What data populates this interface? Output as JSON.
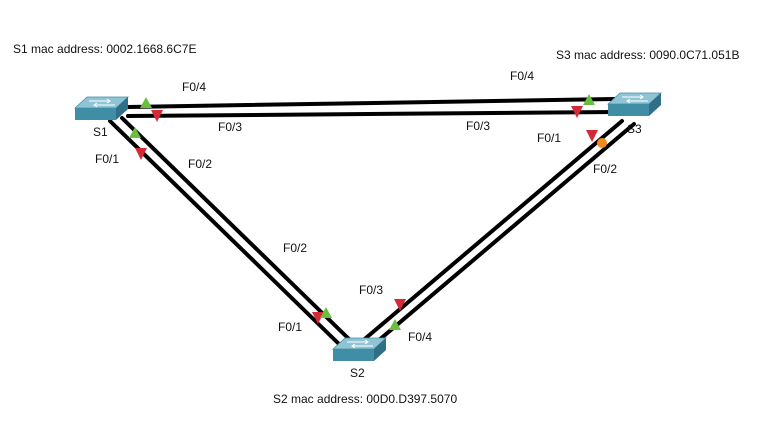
{
  "switches": {
    "s1": {
      "name": "S1",
      "mac_label": "S1 mac address: 0002.1668.6C7E"
    },
    "s2": {
      "name": "S2",
      "mac_label": "S2 mac address: 00D0.D397.5070"
    },
    "s3": {
      "name": "S3",
      "mac_label": "S3 mac address: 0090.0C71.051B"
    }
  },
  "links": {
    "s1_s3_top": {
      "s1_port": "F0/4",
      "s3_port": "F0/4"
    },
    "s1_s3_bottom": {
      "s1_port": "F0/3",
      "s3_port": "F0/3"
    },
    "s1_s2_left": {
      "s1_port": "F0/1",
      "s2_port": "F0/1"
    },
    "s1_s2_right": {
      "s1_port": "F0/2",
      "s2_port": "F0/2"
    },
    "s2_s3_left": {
      "s2_port": "F0/3",
      "s3_port": "F0/1"
    },
    "s2_s3_right": {
      "s2_port": "F0/4",
      "s3_port": "F0/2"
    }
  },
  "colors": {
    "link": "#000000",
    "port_up": "#6abf3f",
    "port_down": "#d42a35",
    "port_blocking": "#f08a1c",
    "switch_top": "#8fc4d4",
    "switch_front": "#3f8ea6"
  },
  "icons": {
    "switch": "switch-icon",
    "port_up": "triangle-up-icon",
    "port_down": "triangle-down-icon",
    "port_blocking": "dot-icon"
  }
}
